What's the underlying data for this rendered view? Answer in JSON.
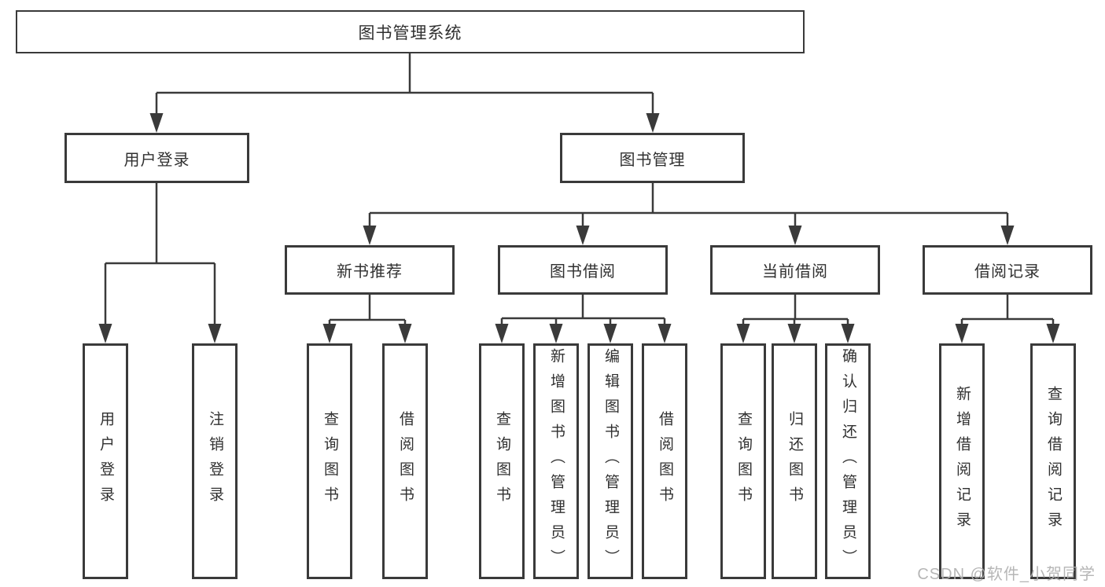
{
  "diagram": {
    "root": {
      "label": "图书管理系统"
    },
    "branches": [
      {
        "label": "用户登录",
        "children": [
          {
            "label": "用户登录"
          },
          {
            "label": "注销登录"
          }
        ]
      },
      {
        "label": "图书管理",
        "children": [
          {
            "label": "新书推荐",
            "children": [
              {
                "label": "查询图书"
              },
              {
                "label": "借阅图书"
              }
            ]
          },
          {
            "label": "图书借阅",
            "children": [
              {
                "label": "查询图书"
              },
              {
                "label": "新增图书（管理员）"
              },
              {
                "label": "编辑图书（管理员）"
              },
              {
                "label": "借阅图书"
              }
            ]
          },
          {
            "label": "当前借阅",
            "children": [
              {
                "label": "查询图书"
              },
              {
                "label": "归还图书"
              },
              {
                "label": "确认归还（管理员）"
              }
            ]
          },
          {
            "label": "借阅记录",
            "children": [
              {
                "label": "新增借阅记录"
              },
              {
                "label": "查询借阅记录"
              }
            ]
          }
        ]
      }
    ],
    "watermark": "CSDN @软件_小贺同学",
    "colors": {
      "line": "#3a3a3a",
      "text": "#303030",
      "background": "#ffffff",
      "watermark": "#b0b0b0"
    }
  }
}
